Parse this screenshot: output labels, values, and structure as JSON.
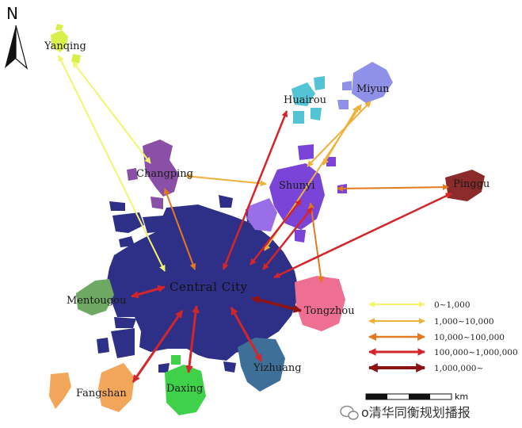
{
  "north_label": "N",
  "central_label": "Central City",
  "districts": [
    {
      "name": "Yanqing",
      "color": "#d9f04a"
    },
    {
      "name": "Changping",
      "color": "#8a4fa6"
    },
    {
      "name": "Huairou",
      "color": "#52c4d6"
    },
    {
      "name": "Miyun",
      "color": "#8f90e8"
    },
    {
      "name": "Shunyi",
      "color": "#7b44d8"
    },
    {
      "name": "Pinggu",
      "color": "#8b2b2b"
    },
    {
      "name": "Mentougou",
      "color": "#6fa862"
    },
    {
      "name": "Tongzhou",
      "color": "#ee6f92"
    },
    {
      "name": "Yizhuang",
      "color": "#3e6f98"
    },
    {
      "name": "Daxing",
      "color": "#3fd14a"
    },
    {
      "name": "Fangshan",
      "color": "#f2a65a"
    }
  ],
  "central_color": "#2e3087",
  "legend": [
    {
      "label": "0~1,000",
      "color": "#f3f56a"
    },
    {
      "label": "1,000~10,000",
      "color": "#f0b13c"
    },
    {
      "label": "10,000~100,000",
      "color": "#e47a1f"
    },
    {
      "label": "100,000~1,000,000",
      "color": "#d2262a"
    },
    {
      "label": "1,000,000~",
      "color": "#8e1414"
    }
  ],
  "scale_unit": "km",
  "watermark": "o清华同衡规划播报"
}
